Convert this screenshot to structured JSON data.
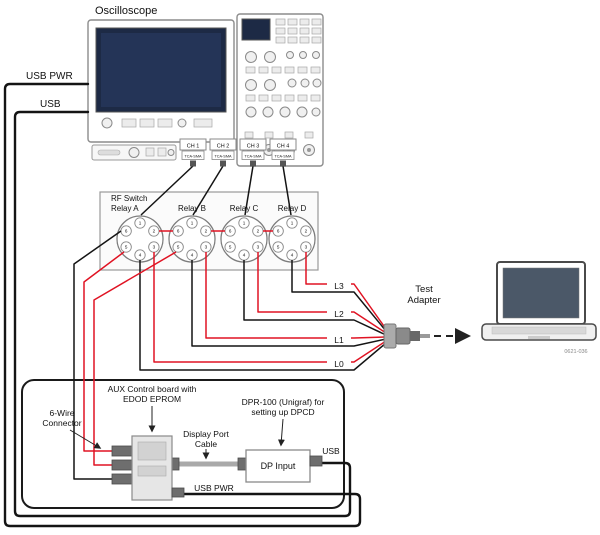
{
  "left_ports": {
    "usb_pwr": "USB PWR",
    "usb": "USB"
  },
  "oscilloscope": {
    "label": "Oscilloscope",
    "channels": [
      {
        "label": "CH 1",
        "adapter": "TCA-SMA"
      },
      {
        "label": "CH 2",
        "adapter": "TCA-SMA"
      },
      {
        "label": "CH 3",
        "adapter": "TCA-SMA"
      },
      {
        "label": "CH 4",
        "adapter": "TCA-SMA"
      }
    ]
  },
  "rf_switch": {
    "title": "RF Switch",
    "relays": [
      "Relay A",
      "Relay B",
      "Relay C",
      "Relay D"
    ],
    "pin_labels": [
      "1",
      "2",
      "3",
      "4",
      "5",
      "6"
    ]
  },
  "lanes": [
    "L3",
    "L2",
    "L1",
    "L0"
  ],
  "test_adapter": {
    "line1": "Test",
    "line2": "Adapter"
  },
  "laptop": {
    "part_number": "0621-036"
  },
  "bottom": {
    "six_wire": {
      "line1": "6-Wire",
      "line2": "Connector"
    },
    "aux_board": {
      "line1": "AUX Control board with",
      "line2": "EDOD EPROM"
    },
    "dp_cable": {
      "line1": "Display Port",
      "line2": "Cable"
    },
    "dpr100": {
      "line1": "DPR-100 (Unigraf) for",
      "line2": "setting up DPCD"
    },
    "dp_input": "DP Input",
    "usb": "USB",
    "usb_pwr": "USB PWR"
  },
  "colors": {
    "wire_red": "#e01323",
    "wire_black": "#141414"
  }
}
